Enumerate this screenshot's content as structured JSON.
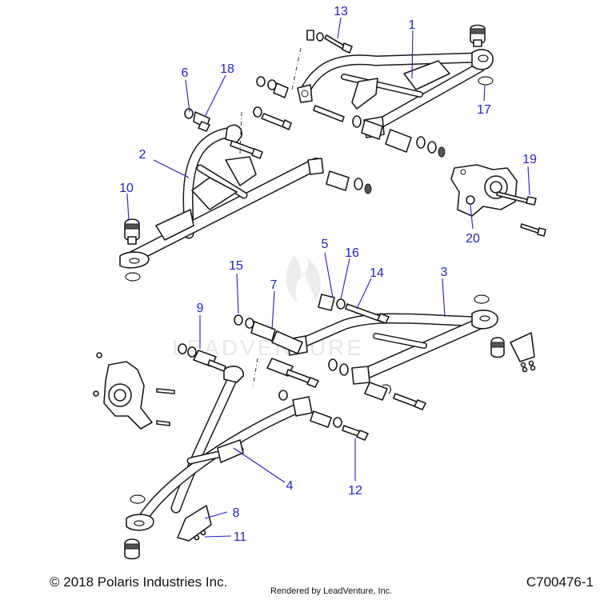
{
  "callouts": [
    {
      "id": "c1",
      "label": "1"
    },
    {
      "id": "c2",
      "label": "2"
    },
    {
      "id": "c3",
      "label": "3"
    },
    {
      "id": "c4",
      "label": "4"
    },
    {
      "id": "c5",
      "label": "5"
    },
    {
      "id": "c6",
      "label": "6"
    },
    {
      "id": "c7",
      "label": "7"
    },
    {
      "id": "c8",
      "label": "8"
    },
    {
      "id": "c9",
      "label": "9"
    },
    {
      "id": "c10",
      "label": "10"
    },
    {
      "id": "c11",
      "label": "11"
    },
    {
      "id": "c12",
      "label": "12"
    },
    {
      "id": "c13",
      "label": "13"
    },
    {
      "id": "c14",
      "label": "14"
    },
    {
      "id": "c15",
      "label": "15"
    },
    {
      "id": "c16",
      "label": "16"
    },
    {
      "id": "c17",
      "label": "17"
    },
    {
      "id": "c18",
      "label": "18"
    },
    {
      "id": "c19",
      "label": "19"
    },
    {
      "id": "c20",
      "label": "20"
    }
  ],
  "watermark": "LEADVENTURE",
  "footer": {
    "copyright": "© 2018 Polaris Industries Inc.",
    "rendered_by": "Rendered by LeadVenture, Inc.",
    "diagram_code": "C700476-1"
  },
  "colors": {
    "callout": "#1f1fd1",
    "line": "#1a1a1a"
  }
}
